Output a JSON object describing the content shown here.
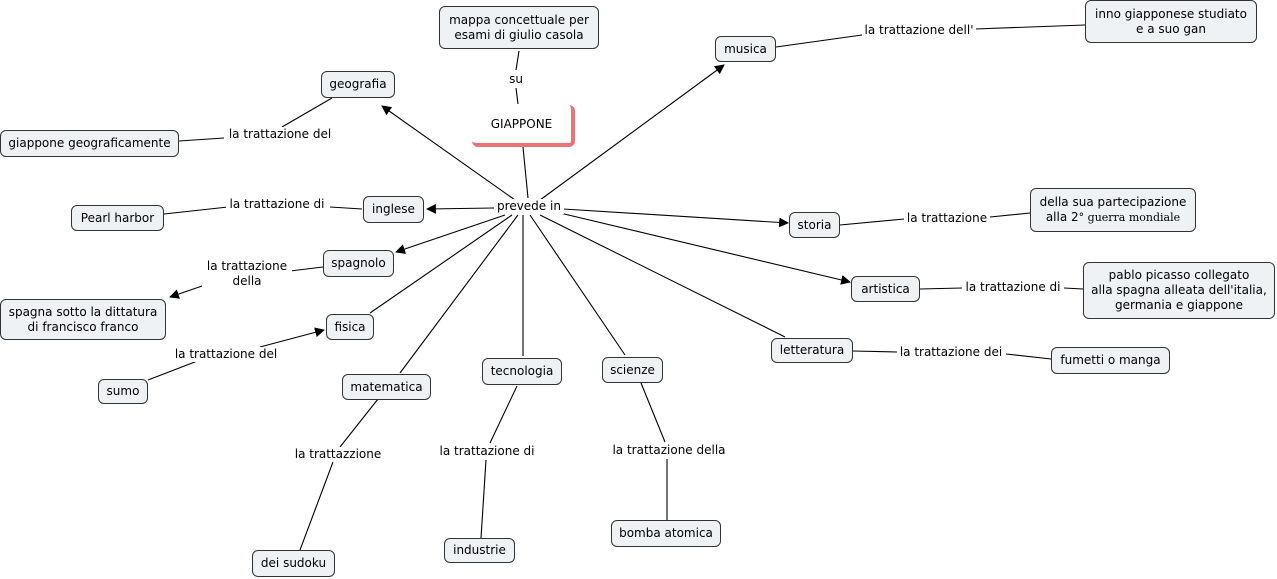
{
  "root": "GIAPPONE",
  "hub": "prevede in",
  "intro": {
    "node": "mappa concettuale per\nesami di giulio casola",
    "link": "su"
  },
  "subjects": {
    "musica": "musica",
    "geografia": "geografia",
    "inglese": "inglese",
    "spagnolo": "spagnolo",
    "fisica": "fisica",
    "matematica": "matematica",
    "tecnologia": "tecnologia",
    "scienze": "scienze",
    "letteratura": "letteratura",
    "artistica": "artistica",
    "storia": "storia"
  },
  "links": {
    "musica": "la trattazione dell'",
    "geografia": "la trattazione del",
    "inglese": "la trattazione di",
    "spagnolo": "la trattazione\ndella",
    "fisica": "la trattazione del",
    "matematica": "la trattazzione",
    "tecnologia": "la trattazione di",
    "scienze": "la trattazione della",
    "letteratura": "la trattazione dei",
    "artistica": "la trattazione di",
    "storia": "la trattazione"
  },
  "topics": {
    "musica": "inno giapponese studiato\ne a suo gan",
    "geografia": "giappone geograficamente",
    "inglese": "Pearl harbor",
    "spagnolo": "spagna sotto la dittatura\ndi francisco franco",
    "fisica": "sumo",
    "matematica": "dei sudoku",
    "tecnologia": "industrie",
    "scienze": "bomba atomica",
    "letteratura": "fumetti o manga",
    "artistica": "pablo picasso collegato\nalla spagna alleata dell'italia,\ngermania e giappone",
    "storia_prefix": "della sua partecipazione\nalla 2",
    "storia_suffix": "° guerra mondiale"
  }
}
